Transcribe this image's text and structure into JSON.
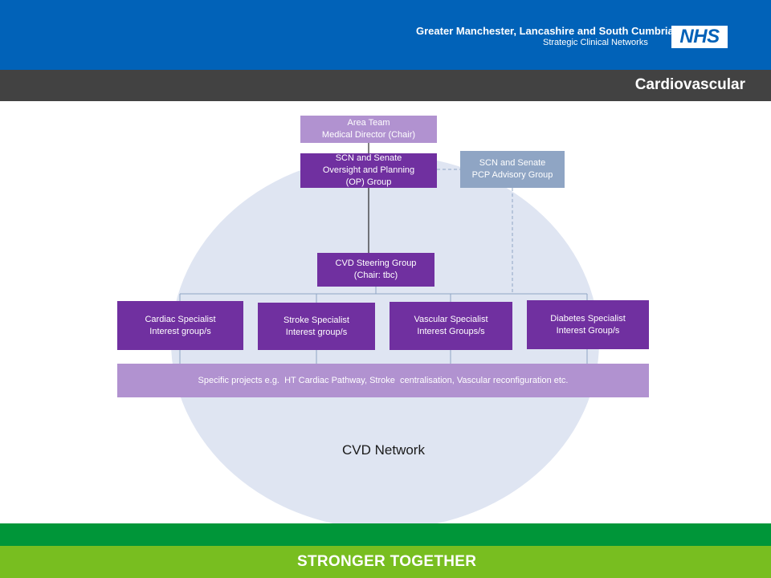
{
  "header": {
    "org_name": "Greater Manchester, Lancashire and South Cumbria",
    "org_subtitle": "Strategic Clinical Networks",
    "logo_text": "NHS"
  },
  "title_bar": {
    "title": "Cardiovascular"
  },
  "diagram": {
    "area_team": {
      "line1": "Area Team",
      "line2": "Medical Director (Chair)"
    },
    "op_group": {
      "line1": "SCN and Senate",
      "line2": "Oversight and Planning",
      "line3": "(OP) Group"
    },
    "pcp_group": {
      "line1": "SCN  and Senate",
      "line2": "PCP Advisory Group"
    },
    "steering": {
      "line1": "CVD Steering Group",
      "line2": "(Chair: tbc)"
    },
    "specialists": [
      {
        "line1": "Cardiac Specialist",
        "line2": "Interest group/s"
      },
      {
        "line1": "Stroke Specialist",
        "line2": "Interest group/s"
      },
      {
        "line1": "Vascular Specialist",
        "line2": "Interest Groups/s"
      },
      {
        "line1": "Diabetes Specialist",
        "line2": "Interest Group/s"
      }
    ],
    "projects": "Specific projects e.g.  HT Cardiac Pathway, Stroke  centralisation, Vascular reconfiguration etc.",
    "network_label": "CVD Network"
  },
  "footer": {
    "tagline": "STRONGER TOGETHER"
  },
  "colors": {
    "header_blue": "#0162b8",
    "title_bar_grey": "#424242",
    "box_purple": "#7030a0",
    "box_lilac": "#b192d0",
    "box_grey_blue": "#8fa5c4",
    "network_ellipse": "#dfe5f2",
    "footer_green": "#009639",
    "footer_lime": "#78be20"
  }
}
